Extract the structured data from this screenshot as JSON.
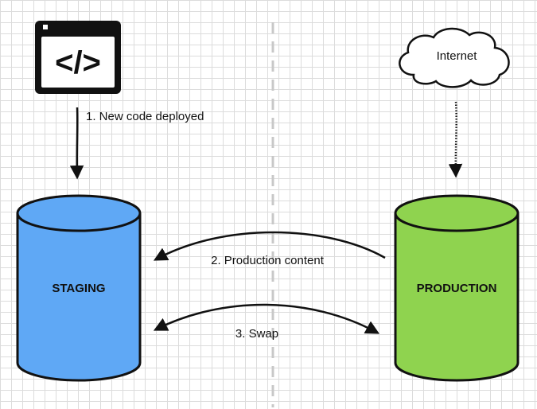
{
  "labels": {
    "step1": "1. New code deployed",
    "step2": "2. Production content",
    "step3": "3. Swap",
    "internet": "Internet",
    "staging": "STAGING",
    "production": "PRODUCTION"
  },
  "icons": {
    "code": "code-window-icon",
    "cloud": "cloud-icon"
  },
  "colors": {
    "staging": "#5fa8f5",
    "production": "#8fd34f",
    "stroke": "#111111"
  }
}
